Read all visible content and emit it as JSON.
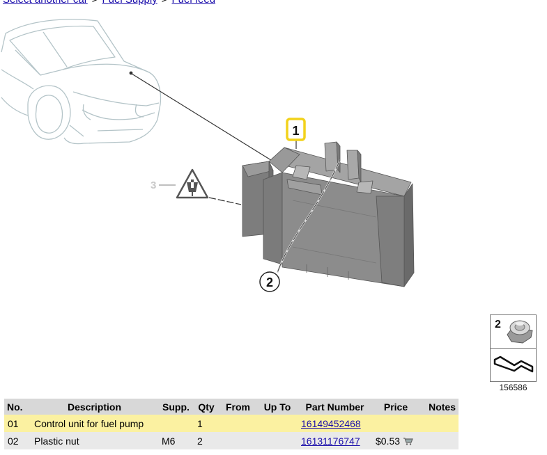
{
  "breadcrumb": {
    "items": [
      "Select another car",
      "Fuel Supply",
      "Fuel feed"
    ],
    "separator": ">"
  },
  "diagram": {
    "callouts": [
      "1",
      "2",
      "3"
    ],
    "image_number": "156586",
    "thumbnail_label": "2"
  },
  "table": {
    "headers": [
      "No.",
      "Description",
      "Supp.",
      "Qty",
      "From",
      "Up To",
      "Part Number",
      "Price",
      "Notes"
    ],
    "rows": [
      {
        "no": "01",
        "description": "Control unit for fuel pump",
        "supp": "",
        "qty": "1",
        "from": "",
        "upto": "",
        "part_number": "16149452468",
        "price": "",
        "notes": ""
      },
      {
        "no": "02",
        "description": "Plastic nut",
        "supp": "M6",
        "qty": "2",
        "from": "",
        "upto": "",
        "part_number": "16131176747",
        "price": "$0.53",
        "notes": ""
      }
    ]
  },
  "colors": {
    "link": "#1a0dab",
    "highlight_row": "#fbf1a1",
    "callout_highlight": "#f2d21b",
    "header_bg": "#d8d8d8",
    "row_bg": "#e9e9e9"
  }
}
